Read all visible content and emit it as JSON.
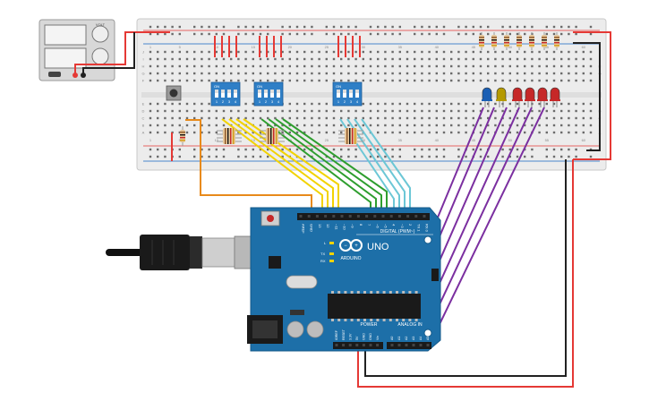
{
  "psu": {
    "knob_label": "VOLT"
  },
  "arduino": {
    "logo_text": "UNO",
    "brand_text": "ARDUINO",
    "digital_header_label": "DIGITAL (PWM~)",
    "power_label": "POWER",
    "analog_label": "ANALOG IN",
    "digital_pin_labels": [
      "AREF",
      "GND",
      "13",
      "12",
      "~11",
      "~10",
      "~9",
      "8",
      "7",
      "~6",
      "~5",
      "4",
      "~3",
      "2",
      "TX 1",
      "RX 0"
    ],
    "power_pin_labels": [
      "IOREF",
      "RESET",
      "3.3V",
      "5V",
      "GND",
      "GND",
      "Vin"
    ],
    "analog_pin_labels": [
      "A0",
      "A1",
      "A2",
      "A3",
      "A4",
      "A5"
    ],
    "indicator_labels": {
      "l": "L",
      "tx": "TX",
      "rx": "RX"
    }
  },
  "breadboard": {
    "row_letters_top": [
      "J",
      "I",
      "H",
      "G",
      "F"
    ],
    "row_letters_bottom": [
      "E",
      "D",
      "C",
      "B",
      "A"
    ],
    "column_numbers": [
      "1",
      "5",
      "10",
      "15",
      "20",
      "25",
      "30",
      "35",
      "40",
      "45",
      "50",
      "55",
      "60"
    ]
  },
  "dip_switches": [
    {
      "id": "dip-1",
      "on_label": "ON",
      "position_labels": [
        "1",
        "2",
        "3",
        "4"
      ]
    },
    {
      "id": "dip-2",
      "on_label": "ON",
      "position_labels": [
        "1",
        "2",
        "3",
        "4"
      ]
    },
    {
      "id": "dip-3",
      "on_label": "ON",
      "position_labels": [
        "1",
        "2",
        "3",
        "4"
      ]
    }
  ],
  "leds": [
    {
      "color": "#1a5fb4"
    },
    {
      "color": "#b59a00"
    },
    {
      "color": "#c62828"
    },
    {
      "color": "#c62828"
    },
    {
      "color": "#c62828"
    },
    {
      "color": "#c62828"
    }
  ],
  "wire_colors": {
    "power_red": "#e53935",
    "ground_black": "#212121",
    "yellow": "#f2d300",
    "green": "#2e9e2e",
    "cyan": "#6cc7d6",
    "purple": "#7b2fa0",
    "orange": "#e88a1a"
  },
  "colors": {
    "board_blue": "#1d6fa8",
    "breadboard": "#ececec",
    "psu_body": "#d8d8d8"
  }
}
